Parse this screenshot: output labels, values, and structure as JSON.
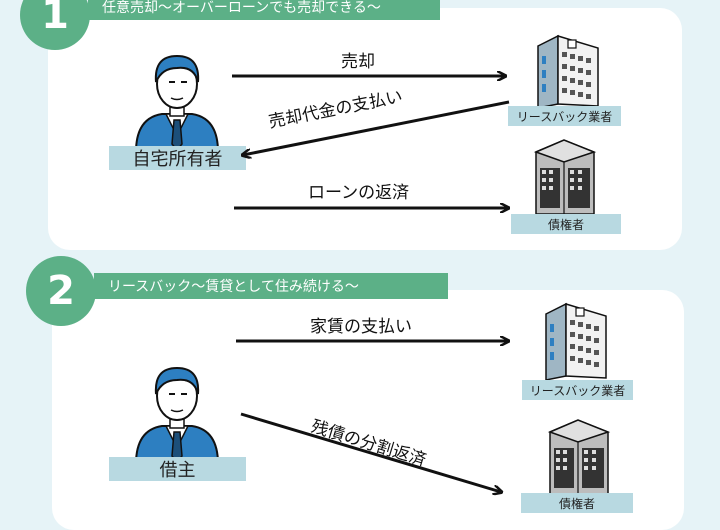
{
  "section1": {
    "number": "1",
    "banner": "任意売却〜オーバーローンでも売却できる〜",
    "person_label": "自宅所有者",
    "buyer_label": "リースバック業者",
    "creditor_label": "債権者",
    "arrow_sell": "売却",
    "arrow_payment": "売却代金の支払い",
    "arrow_repay": "ローンの返済"
  },
  "section2": {
    "number": "2",
    "banner": "リースバック〜賃貸として住み続ける〜",
    "person_label": "借主",
    "buyer_label": "リースバック業者",
    "creditor_label": "債権者",
    "arrow_rent": "家賃の支払い",
    "arrow_installment": "残債の分割返済"
  },
  "colors": {
    "accent_green": "#5cb087",
    "label_blue": "#b8d9e1",
    "background": "#e6f3f7",
    "suit_blue": "#2d7fc1"
  }
}
